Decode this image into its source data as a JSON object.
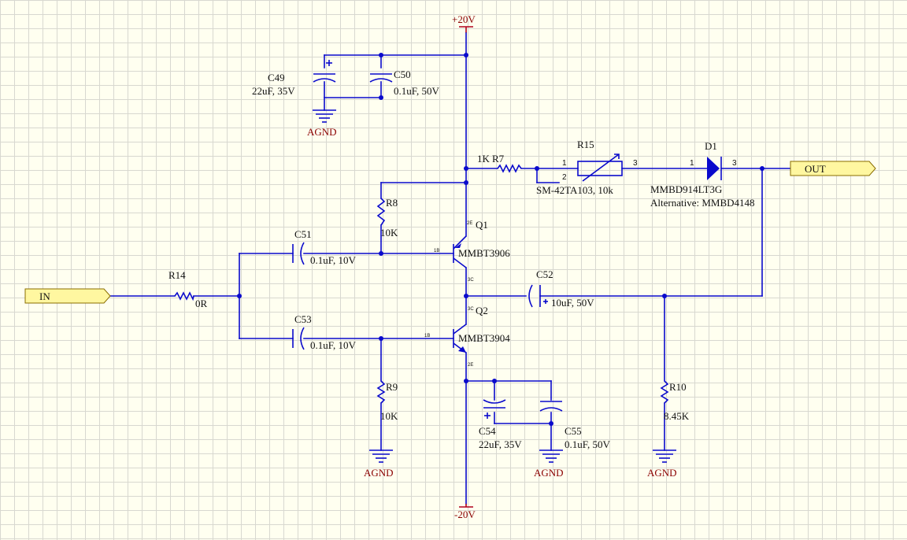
{
  "power": {
    "vpos": "+20V",
    "vneg": "-20V",
    "gnd": "AGND"
  },
  "ports": {
    "in": "IN",
    "out": "OUT"
  },
  "components": {
    "c49": {
      "ref": "C49",
      "value": "22uF, 35V"
    },
    "c50": {
      "ref": "C50",
      "value": "0.1uF, 50V"
    },
    "c51": {
      "ref": "C51",
      "value": "0.1uF, 10V"
    },
    "c52": {
      "ref": "C52",
      "value": "10uF, 50V"
    },
    "c53": {
      "ref": "C53",
      "value": "0.1uF, 10V"
    },
    "c54": {
      "ref": "C54",
      "value": "22uF, 35V"
    },
    "c55": {
      "ref": "C55",
      "value": "0.1uF, 50V"
    },
    "r7": {
      "ref": "R7",
      "value": "1K"
    },
    "r8": {
      "ref": "R8",
      "value": "10K"
    },
    "r9": {
      "ref": "R9",
      "value": "10K"
    },
    "r10": {
      "ref": "R10",
      "value": "8.45K"
    },
    "r14": {
      "ref": "R14",
      "value": "0R"
    },
    "r15": {
      "ref": "R15",
      "value": "SM-42TA103, 10k",
      "pin1": "1",
      "pin2": "2",
      "pin3": "3"
    },
    "d1": {
      "ref": "D1",
      "value": "MMBD914LT3G",
      "alt": "Alternative: MMBD4148",
      "pin1": "1",
      "pin3": "3"
    },
    "q1": {
      "ref": "Q1",
      "value": "MMBT3906",
      "pin_e": "2E",
      "pin_b": "1B",
      "pin_c": "3C"
    },
    "q2": {
      "ref": "Q2",
      "value": "MMBT3904",
      "pin_c": "3C",
      "pin_b": "1B",
      "pin_e": "2E"
    }
  },
  "colors": {
    "wire": "#0a0acc",
    "power_label": "#8b0000",
    "port_fill": "#fff7a0",
    "grid": "#d8d8d0",
    "sheet": "#fffff0"
  }
}
